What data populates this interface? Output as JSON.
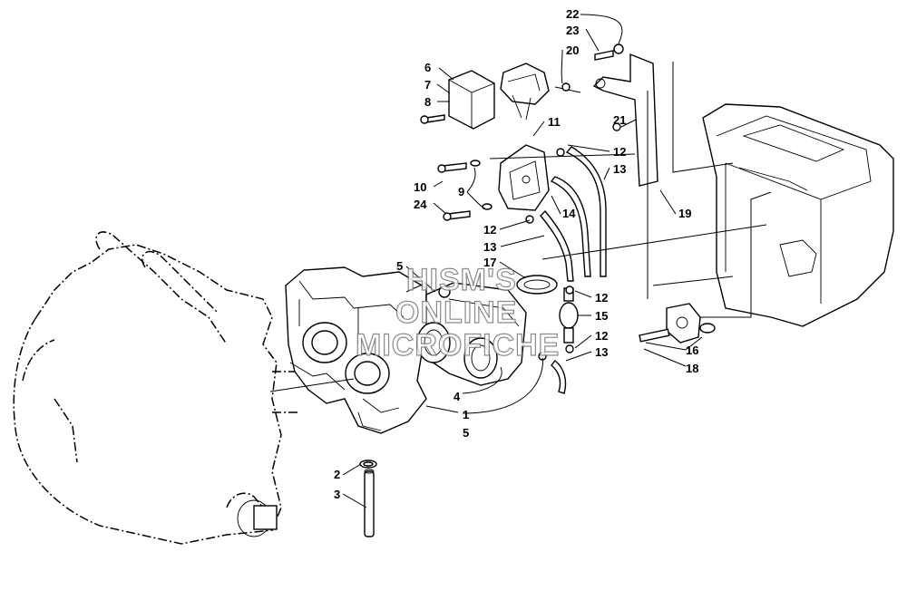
{
  "watermark": {
    "lines": [
      "HISM'S",
      "ONLINE",
      "MICROFICHE"
    ]
  },
  "callouts": [
    "1",
    "2",
    "3",
    "4",
    "5",
    "5",
    "6",
    "7",
    "8",
    "9",
    "10",
    "11",
    "12",
    "12",
    "12",
    "12",
    "13",
    "13",
    "13",
    "14",
    "15",
    "16",
    "17",
    "18",
    "19",
    "20",
    "21",
    "22",
    "23",
    "24"
  ]
}
